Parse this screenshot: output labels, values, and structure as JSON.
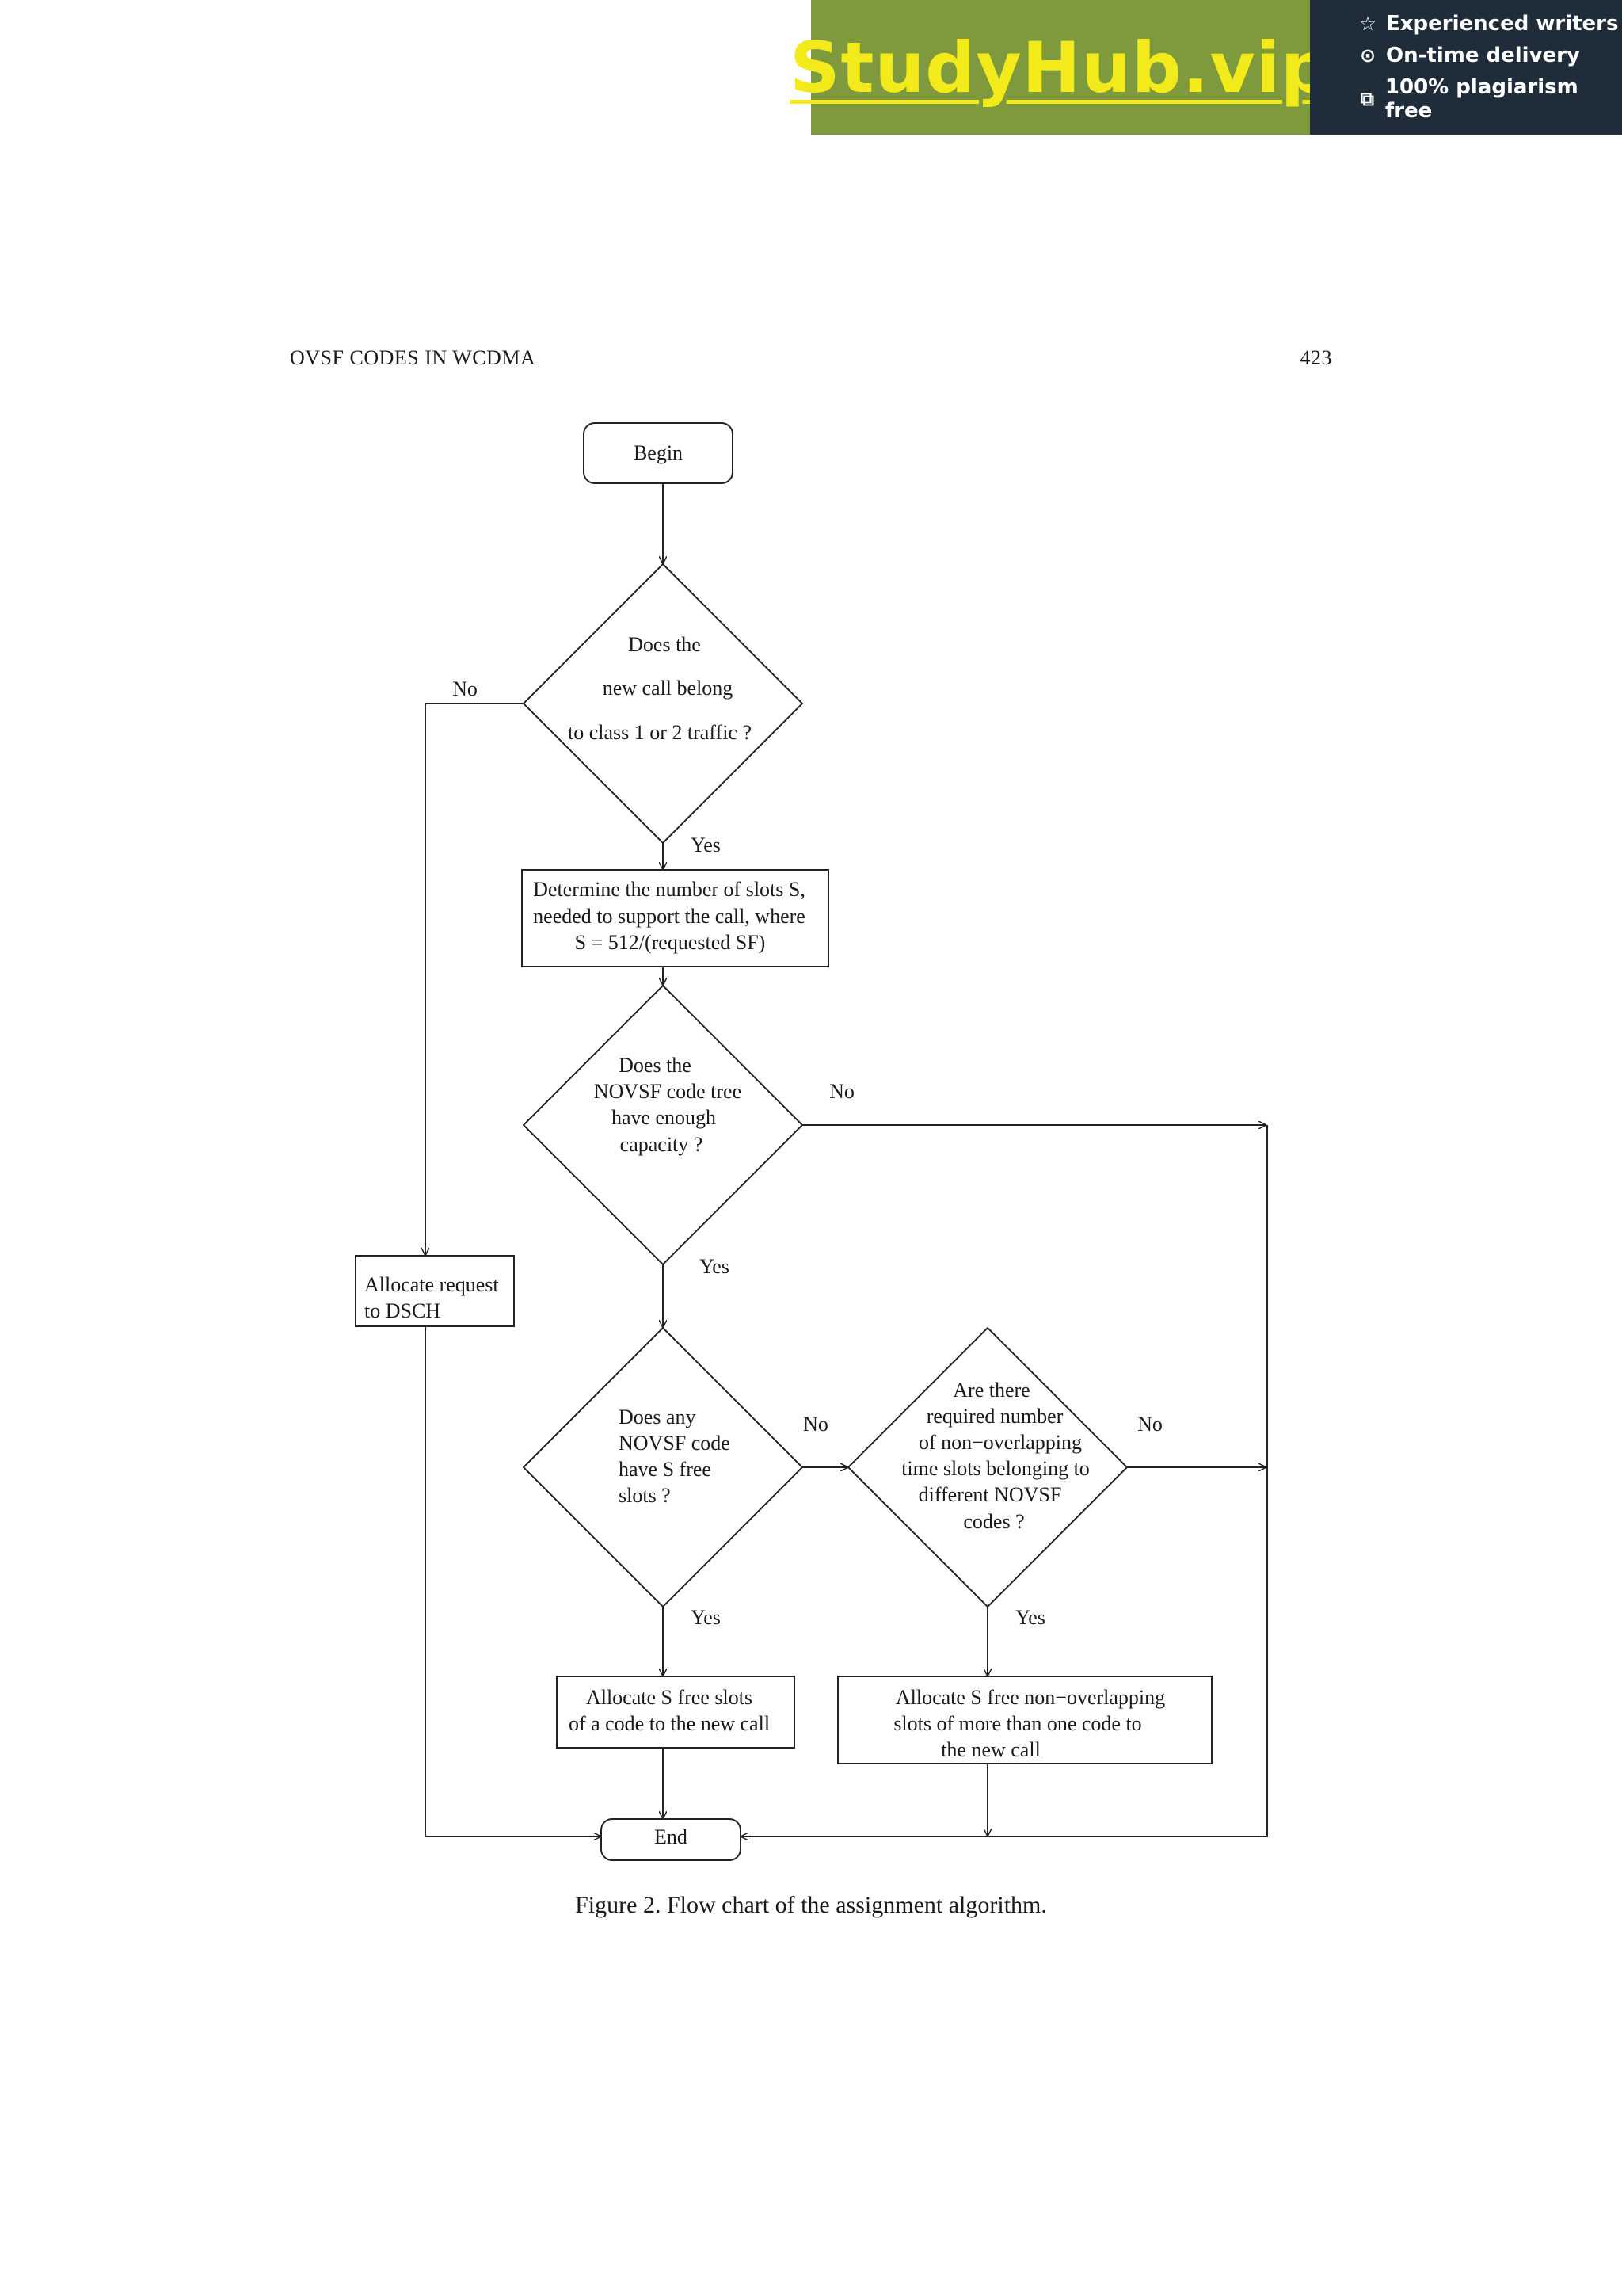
{
  "banner": {
    "logo": "StudyHub.vip",
    "features": [
      {
        "icon": "star-icon",
        "label": "Experienced writers"
      },
      {
        "icon": "clock-icon",
        "label": "On-time delivery"
      },
      {
        "icon": "copy-icon",
        "label": "100% plagiarism free"
      }
    ],
    "colors": {
      "green": "#7f9a3d",
      "logo_text": "#f2ea1a",
      "dark": "#1f2d3a"
    }
  },
  "header": {
    "running_title": "OVSF CODES IN WCDMA",
    "page_number": "423"
  },
  "figure": {
    "caption": "Figure 2. Flow chart of the assignment algorithm.",
    "nodes": {
      "begin": [
        "Begin"
      ],
      "decision_class": [
        "Does the",
        "new call belong",
        "to class 1 or 2 traffic ?"
      ],
      "determine_slots": [
        "Determine the number of slots S,",
        "needed to support the call, where",
        "S = 512/(requested SF)"
      ],
      "decision_capacity": [
        "Does the",
        "NOVSF code tree",
        "have enough",
        "capacity ?"
      ],
      "allocate_dsch": [
        "Allocate request",
        "to DSCH"
      ],
      "decision_free_slots": [
        "Does any",
        "NOVSF code",
        "have S free",
        "slots ?"
      ],
      "decision_non_overlapping": [
        "Are there",
        "required number",
        "of non−overlapping",
        "time slots belonging to",
        "different NOVSF",
        "codes ?"
      ],
      "allocate_single": [
        "Allocate S free slots",
        "of a code to the new call"
      ],
      "allocate_multiple": [
        "Allocate  S free non−overlapping",
        "slots of more than one code to",
        "the new call"
      ],
      "end": [
        "End"
      ]
    },
    "edge_labels": {
      "class_no": "No",
      "class_yes": "Yes",
      "capacity_no": "No",
      "capacity_yes": "Yes",
      "free_slots_no": "No",
      "free_slots_yes": "Yes",
      "non_overlapping_no": "No",
      "non_overlapping_yes": "Yes"
    }
  }
}
